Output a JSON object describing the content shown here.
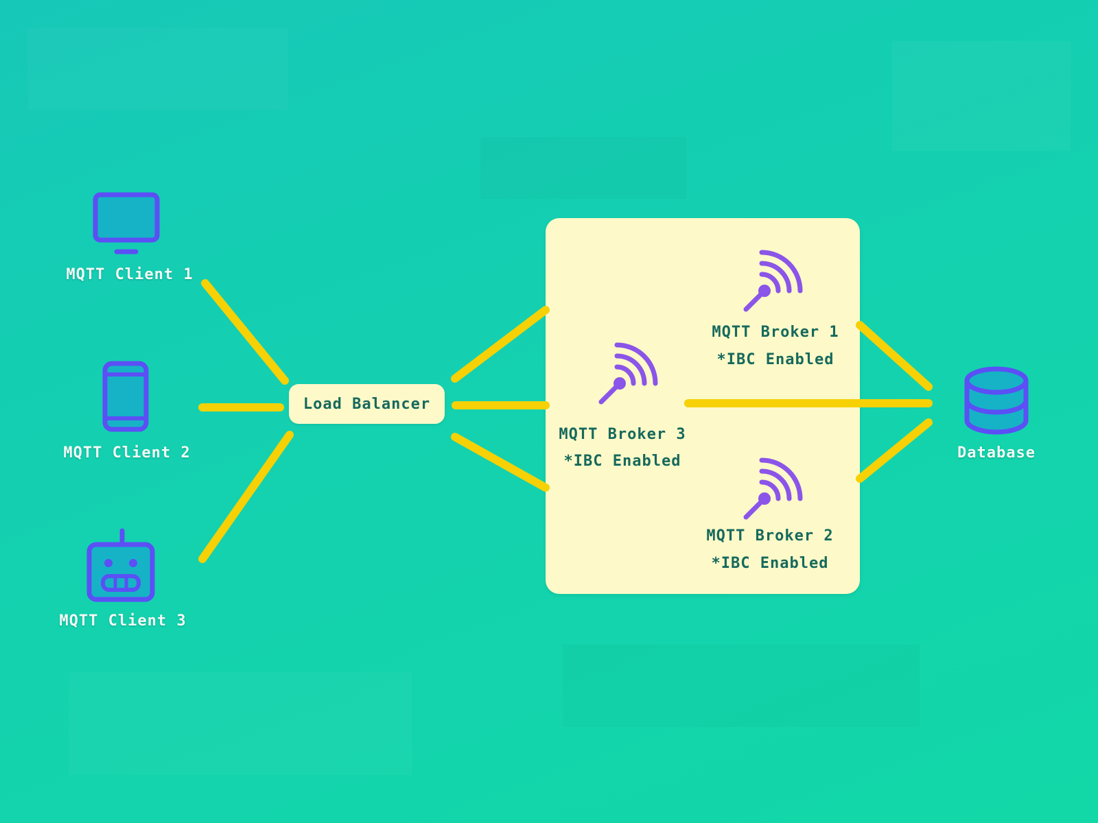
{
  "colors": {
    "background": "#16cdb2",
    "wire": "#f5d106",
    "panel": "#fdf9c8",
    "icon_client": "#5b4ff5",
    "icon_broker": "#8a55e8",
    "text_light": "#f2fbf5",
    "text_dark": "#16695d"
  },
  "clients": [
    {
      "label": "MQTT Client 1",
      "icon": "monitor-icon"
    },
    {
      "label": "MQTT Client 2",
      "icon": "phone-icon"
    },
    {
      "label": "MQTT Client 3",
      "icon": "robot-icon"
    }
  ],
  "load_balancer": {
    "label": "Load Balancer"
  },
  "brokers": [
    {
      "label": "MQTT Broker 1",
      "note": "*IBC Enabled",
      "icon": "antenna-icon"
    },
    {
      "label": "MQTT Broker 2",
      "note": "*IBC Enabled",
      "icon": "antenna-icon"
    },
    {
      "label": "MQTT Broker 3",
      "note": "*IBC Enabled",
      "icon": "antenna-icon"
    }
  ],
  "database": {
    "label": "Database",
    "icon": "database-icon"
  }
}
